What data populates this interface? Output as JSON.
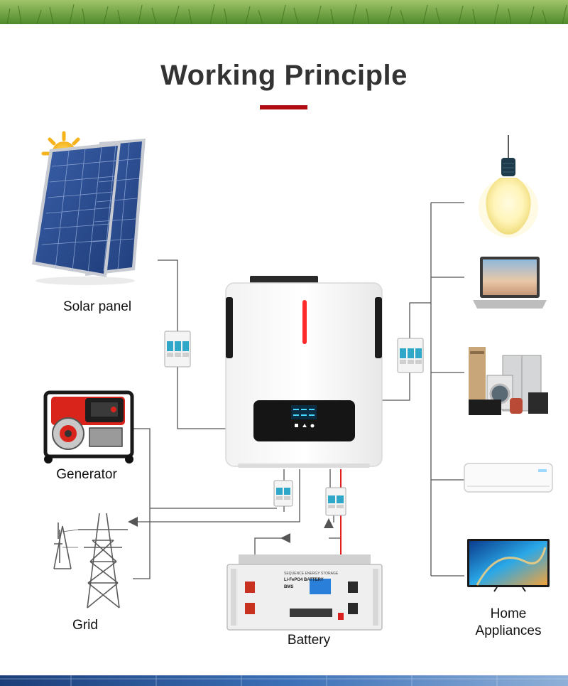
{
  "title": "Working Principle",
  "labels": {
    "solar_panel": "Solar panel",
    "generator": "Generator",
    "grid": "Grid",
    "battery": "Battery",
    "home_appliances_line1": "Home",
    "home_appliances_line2": "Appliances"
  },
  "battery_panel": {
    "line1": "SEQUENCE ENERGY STORAGE",
    "line2": "Li-FePO4 BATTERY",
    "line3": "BMS"
  },
  "colors": {
    "accent": "#b00d14",
    "wire": "#555555",
    "dc_positive": "#e02020",
    "text": "#333333"
  },
  "icons": [
    "sun-icon",
    "solar-panel-icon",
    "generator-icon",
    "transmission-tower-icon",
    "inverter-icon",
    "breaker-icon",
    "battery-icon",
    "light-bulb-icon",
    "laptop-icon",
    "home-appliances-icon",
    "air-conditioner-icon",
    "television-icon"
  ]
}
